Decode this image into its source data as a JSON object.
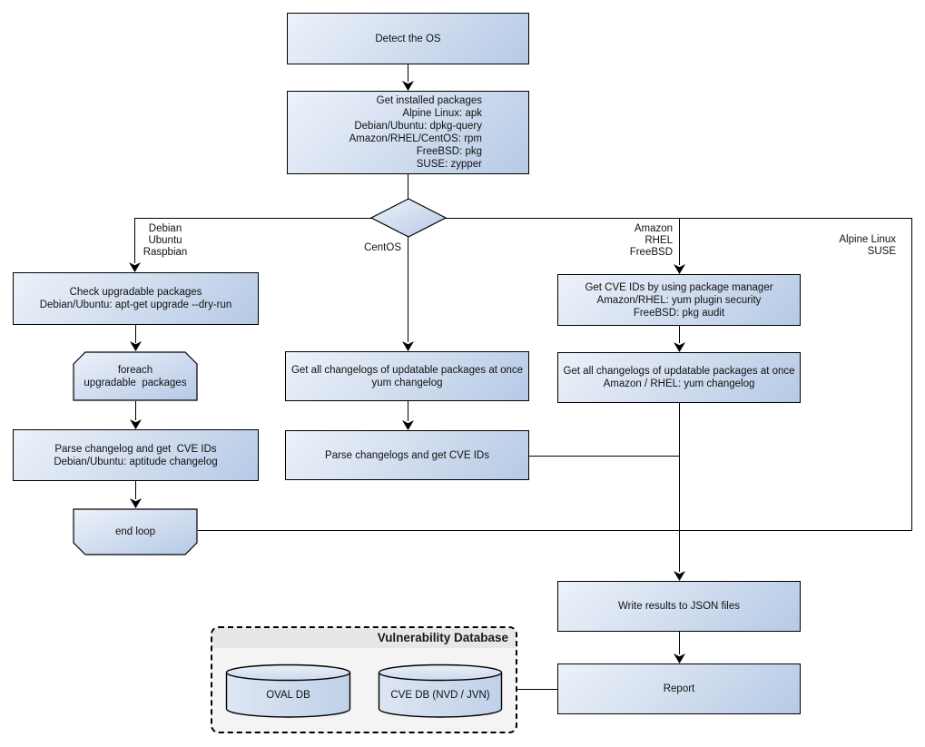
{
  "nodes": {
    "detect_os": "Detect the OS",
    "get_installed": "Get installed packages\nAlpine Linux: apk\nDebian/Ubuntu: dpkg-query\nAmazon/RHEL/CentOS: rpm\nFreeBSD: pkg\nSUSE: zypper",
    "check_upgradable": "Check upgradable packages\nDebian/Ubuntu: apt-get upgrade --dry-run",
    "foreach_loop": "foreach\nupgradable  packages",
    "parse_changelog_deb": "Parse changelog and get  CVE IDs\nDebian/Ubuntu: aptitude changelog",
    "end_loop": "end loop",
    "get_changelogs_centos": "Get all changelogs of updatable packages at once\nyum changelog",
    "parse_changelogs_centos": "Parse changelogs and get CVE IDs",
    "get_cve_ids_pkg_mgr": "Get CVE IDs by using package manager\nAmazon/RHEL: yum plugin security\nFreeBSD: pkg audit",
    "get_changelogs_amazon": "Get all changelogs of updatable packages at once\nAmazon / RHEL: yum changelog",
    "write_json": "Write results to JSON files",
    "report": "Report"
  },
  "edge_labels": {
    "debian_branch": "Debian\nUbuntu\nRaspbian",
    "centos_branch": "CentOS",
    "amazon_branch": "Amazon\nRHEL\nFreeBSD",
    "alpine_branch": "Alpine Linux\nSUSE"
  },
  "database": {
    "title": "Vulnerability Database",
    "cylinders": [
      "OVAL DB",
      "CVE DB (NVD / JVN)"
    ]
  },
  "colors": {
    "node_fill_light": "#edf2fa",
    "node_fill_dark": "#b6c9e6",
    "node_border": "#000000",
    "db_container_bg": "#f4f4f4",
    "db_header_bg": "#e7e7e7",
    "line": "#000000",
    "text": "#111111"
  }
}
